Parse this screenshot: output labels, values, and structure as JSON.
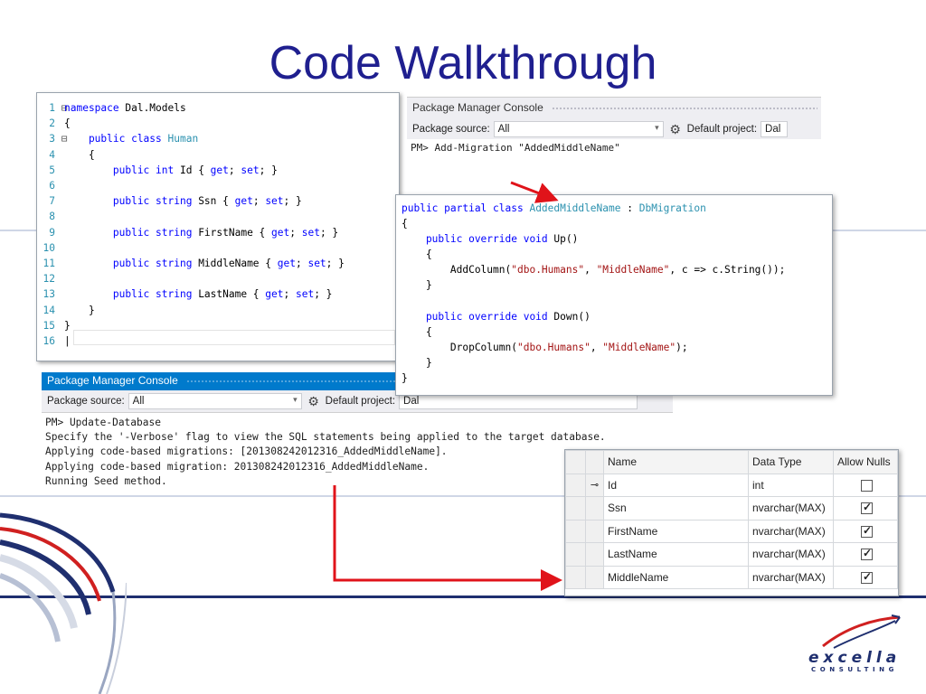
{
  "slide": {
    "title": "Code Walkthrough"
  },
  "editor": {
    "lines": [
      {
        "n": "1",
        "fold": "⊟",
        "parts": [
          {
            "t": "namespace",
            "c": "kw"
          },
          {
            "t": " Dal.Models",
            "c": ""
          }
        ]
      },
      {
        "n": "2",
        "fold": "",
        "parts": [
          {
            "t": "{",
            "c": ""
          }
        ]
      },
      {
        "n": "3",
        "fold": "⊟",
        "parts": [
          {
            "t": "    public class ",
            "c": "kw"
          },
          {
            "t": "Human",
            "c": "ty"
          }
        ]
      },
      {
        "n": "4",
        "fold": "",
        "parts": [
          {
            "t": "    {",
            "c": ""
          }
        ]
      },
      {
        "n": "5",
        "fold": "",
        "parts": [
          {
            "t": "        public int ",
            "c": "kw"
          },
          {
            "t": "Id { ",
            "c": ""
          },
          {
            "t": "get",
            "c": "kw"
          },
          {
            "t": "; ",
            "c": ""
          },
          {
            "t": "set",
            "c": "kw"
          },
          {
            "t": "; }",
            "c": ""
          }
        ]
      },
      {
        "n": "6",
        "fold": "",
        "parts": []
      },
      {
        "n": "7",
        "fold": "",
        "parts": [
          {
            "t": "        public string ",
            "c": "kw"
          },
          {
            "t": "Ssn { ",
            "c": ""
          },
          {
            "t": "get",
            "c": "kw"
          },
          {
            "t": "; ",
            "c": ""
          },
          {
            "t": "set",
            "c": "kw"
          },
          {
            "t": "; }",
            "c": ""
          }
        ]
      },
      {
        "n": "8",
        "fold": "",
        "parts": []
      },
      {
        "n": "9",
        "fold": "",
        "parts": [
          {
            "t": "        public string ",
            "c": "kw"
          },
          {
            "t": "FirstName { ",
            "c": ""
          },
          {
            "t": "get",
            "c": "kw"
          },
          {
            "t": "; ",
            "c": ""
          },
          {
            "t": "set",
            "c": "kw"
          },
          {
            "t": "; }",
            "c": ""
          }
        ]
      },
      {
        "n": "10",
        "fold": "",
        "parts": []
      },
      {
        "n": "11",
        "fold": "",
        "parts": [
          {
            "t": "        public string ",
            "c": "kw"
          },
          {
            "t": "MiddleName { ",
            "c": ""
          },
          {
            "t": "get",
            "c": "kw"
          },
          {
            "t": "; ",
            "c": ""
          },
          {
            "t": "set",
            "c": "kw"
          },
          {
            "t": "; }",
            "c": ""
          }
        ]
      },
      {
        "n": "12",
        "fold": "",
        "parts": []
      },
      {
        "n": "13",
        "fold": "",
        "parts": [
          {
            "t": "        public string ",
            "c": "kw"
          },
          {
            "t": "LastName { ",
            "c": ""
          },
          {
            "t": "get",
            "c": "kw"
          },
          {
            "t": "; ",
            "c": ""
          },
          {
            "t": "set",
            "c": "kw"
          },
          {
            "t": "; }",
            "c": ""
          }
        ]
      },
      {
        "n": "14",
        "fold": "",
        "parts": [
          {
            "t": "    }",
            "c": ""
          }
        ]
      },
      {
        "n": "15",
        "fold": "",
        "parts": [
          {
            "t": "}",
            "c": ""
          }
        ]
      },
      {
        "n": "16",
        "fold": "",
        "parts": [
          {
            "t": "|",
            "c": ""
          }
        ]
      }
    ]
  },
  "pm_top": {
    "title": "Package Manager Console",
    "source_label": "Package source:",
    "source_value": "All",
    "project_label": "Default project:",
    "project_value": "Dal",
    "output": "PM> Add-Migration \"AddedMiddleName\""
  },
  "migration": {
    "lines": [
      [
        {
          "t": "public partial class ",
          "c": "kw"
        },
        {
          "t": "AddedMiddleName",
          "c": "ty"
        },
        {
          "t": " : ",
          "c": ""
        },
        {
          "t": "DbMigration",
          "c": "ty"
        }
      ],
      [
        {
          "t": "{",
          "c": ""
        }
      ],
      [
        {
          "t": "    public override void ",
          "c": "kw"
        },
        {
          "t": "Up()",
          "c": ""
        }
      ],
      [
        {
          "t": "    {",
          "c": ""
        }
      ],
      [
        {
          "t": "        AddColumn(",
          "c": ""
        },
        {
          "t": "\"dbo.Humans\"",
          "c": "str"
        },
        {
          "t": ", ",
          "c": ""
        },
        {
          "t": "\"MiddleName\"",
          "c": "str"
        },
        {
          "t": ", c => c.String());",
          "c": ""
        }
      ],
      [
        {
          "t": "    }",
          "c": ""
        }
      ],
      [],
      [
        {
          "t": "    public override void ",
          "c": "kw"
        },
        {
          "t": "Down()",
          "c": ""
        }
      ],
      [
        {
          "t": "    {",
          "c": ""
        }
      ],
      [
        {
          "t": "        DropColumn(",
          "c": ""
        },
        {
          "t": "\"dbo.Humans\"",
          "c": "str"
        },
        {
          "t": ", ",
          "c": ""
        },
        {
          "t": "\"MiddleName\"",
          "c": "str"
        },
        {
          "t": ");",
          "c": ""
        }
      ],
      [
        {
          "t": "    }",
          "c": ""
        }
      ],
      [
        {
          "t": "}",
          "c": ""
        }
      ]
    ]
  },
  "pm_bottom": {
    "title": "Package Manager Console",
    "source_label": "Package source:",
    "source_value": "All",
    "project_label": "Default project:",
    "project_value": "Dal",
    "output": [
      "PM> Update-Database",
      "Specify the '-Verbose' flag to view the SQL statements being applied to the target database.",
      "Applying code-based migrations: [201308242012316_AddedMiddleName].",
      "Applying code-based migration: 201308242012316_AddedMiddleName.",
      "Running Seed method."
    ]
  },
  "table": {
    "headers": [
      "Name",
      "Data Type",
      "Allow Nulls"
    ],
    "rows": [
      {
        "key": true,
        "name": "Id",
        "type": "int",
        "nulls": false
      },
      {
        "key": false,
        "name": "Ssn",
        "type": "nvarchar(MAX)",
        "nulls": true
      },
      {
        "key": false,
        "name": "FirstName",
        "type": "nvarchar(MAX)",
        "nulls": true
      },
      {
        "key": false,
        "name": "LastName",
        "type": "nvarchar(MAX)",
        "nulls": true
      },
      {
        "key": false,
        "name": "MiddleName",
        "type": "nvarchar(MAX)",
        "nulls": true
      }
    ]
  },
  "logo": {
    "word": "excella",
    "sub": "CONSULTING"
  },
  "colors": {
    "title": "#1f1f8f",
    "arrow": "#e0131a",
    "keyword": "#0000ff",
    "type": "#2b91af",
    "string": "#a31515",
    "vs_blue": "#007acc"
  }
}
